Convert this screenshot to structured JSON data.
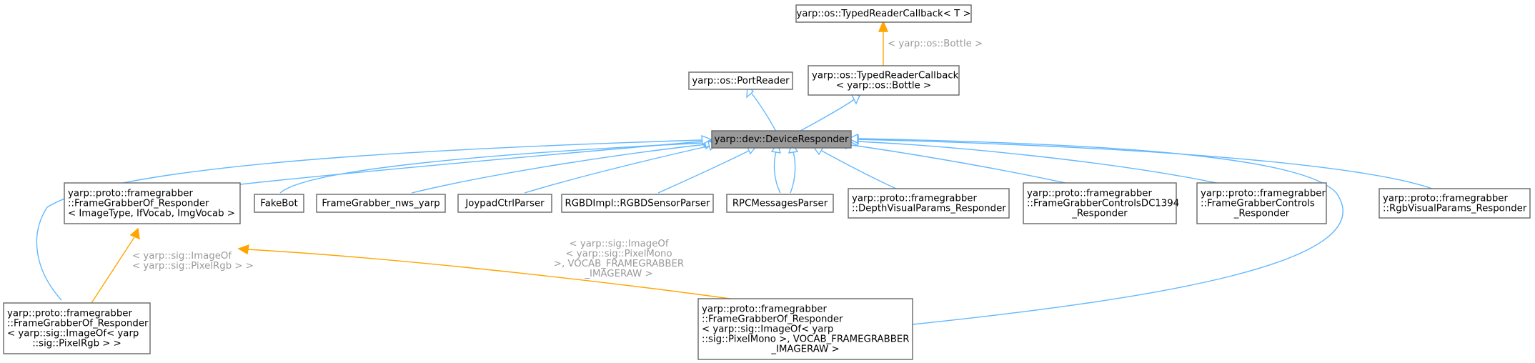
{
  "colors": {
    "inherit_edge": "#63b8ff",
    "template_edge": "#ffa500",
    "node_border": "#666666",
    "focus_fill": "#999999",
    "edge_label": "#9a9a9a"
  },
  "nodes": {
    "typed_reader_callback_t": {
      "lines": [
        "yarp::os::TypedReaderCallback< T >"
      ]
    },
    "typed_reader_callback_bottle": {
      "lines": [
        "yarp::os::TypedReaderCallback",
        "< yarp::os::Bottle >"
      ]
    },
    "port_reader": {
      "lines": [
        "yarp::os::PortReader"
      ]
    },
    "device_responder": {
      "lines": [
        "yarp::dev::DeviceResponder"
      ]
    },
    "framegrabberof_responder": {
      "lines": [
        "yarp::proto::framegrabber",
        "::FrameGrabberOf_Responder",
        "< ImageType, IfVocab, ImgVocab >"
      ]
    },
    "fakebot": {
      "lines": [
        "FakeBot"
      ]
    },
    "framegrabber_nws_yarp": {
      "lines": [
        "FrameGrabber_nws_yarp"
      ]
    },
    "joypad_ctrl_parser": {
      "lines": [
        "JoypadCtrlParser"
      ]
    },
    "rgbd_sensor_parser": {
      "lines": [
        "RGBDImpl::RGBDSensorParser"
      ]
    },
    "rpc_messages_parser": {
      "lines": [
        "RPCMessagesParser"
      ]
    },
    "depth_visual_params_responder": {
      "lines": [
        "yarp::proto::framegrabber",
        "::DepthVisualParams_Responder"
      ]
    },
    "framegrabber_controls_dc1394_responder": {
      "lines": [
        "yarp::proto::framegrabber",
        "::FrameGrabberControlsDC1394",
        "_Responder"
      ]
    },
    "framegrabber_controls_responder": {
      "lines": [
        "yarp::proto::framegrabber",
        "::FrameGrabberControls",
        "_Responder"
      ]
    },
    "rgb_visual_params_responder": {
      "lines": [
        "yarp::proto::framegrabber",
        "::RgbVisualParams_Responder"
      ]
    },
    "framegrabberof_responder_pixelrgb": {
      "lines": [
        "yarp::proto::framegrabber",
        "::FrameGrabberOf_Responder",
        "< yarp::sig::ImageOf< yarp",
        "::sig::PixelRgb > >"
      ]
    },
    "framegrabberof_responder_pixelmono": {
      "lines": [
        "yarp::proto::framegrabber",
        "::FrameGrabberOf_Responder",
        "< yarp::sig::ImageOf< yarp",
        "::sig::PixelMono >, VOCAB_FRAMEGRABBER",
        "_IMAGERAW >"
      ]
    }
  },
  "edge_labels": {
    "bottle": [
      "< yarp::os::Bottle >"
    ],
    "pixelrgb": [
      "< yarp::sig::ImageOf",
      "< yarp::sig::PixelRgb > >"
    ],
    "pixelmono": [
      "< yarp::sig::ImageOf",
      "< yarp::sig::PixelMono",
      ">, VOCAB_FRAMEGRABBER",
      "_IMAGERAW >"
    ]
  }
}
